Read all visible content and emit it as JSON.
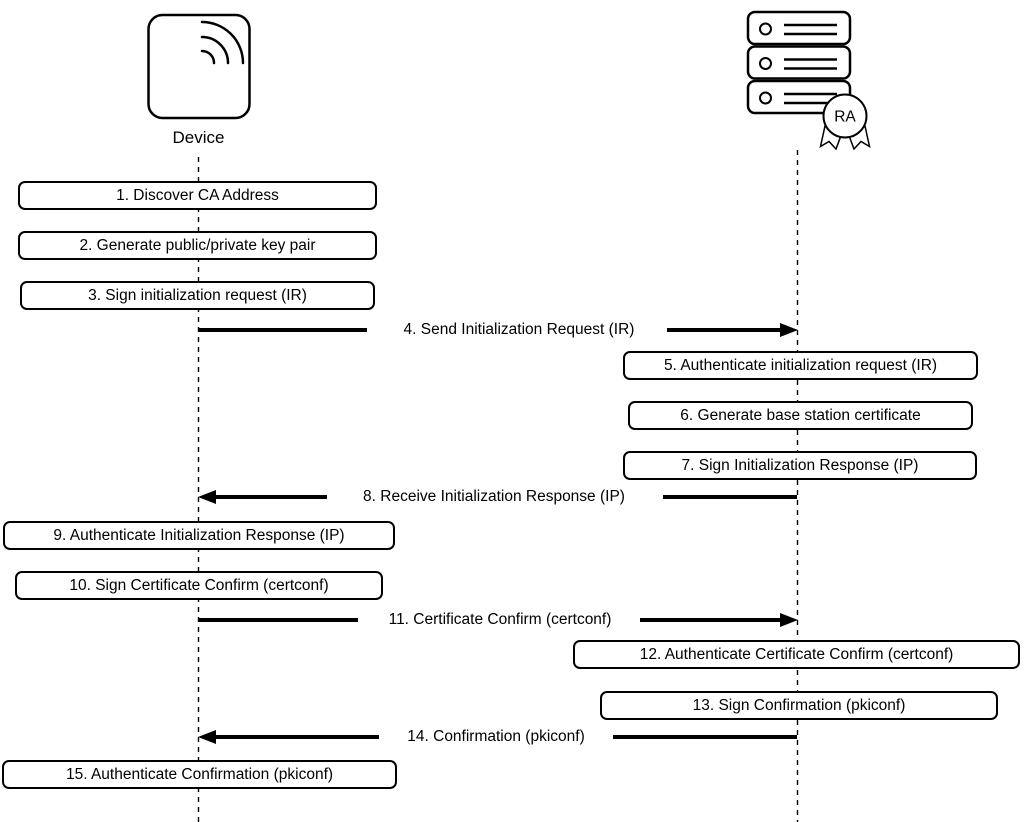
{
  "diagram_type": "sequence-diagram",
  "topic": "PKI certificate enrollment between device and registration authority",
  "actors": {
    "device": {
      "label": "Device",
      "icon": "wireless-device-icon"
    },
    "ra": {
      "label": "RA",
      "icon": "server-stack-icon",
      "badge_label": "RA"
    }
  },
  "steps": [
    {
      "num": 1,
      "kind": "process",
      "actor": "device",
      "label": "1. Discover CA Address"
    },
    {
      "num": 2,
      "kind": "process",
      "actor": "device",
      "label": "2. Generate public/private key pair"
    },
    {
      "num": 3,
      "kind": "process",
      "actor": "device",
      "label": "3. Sign initialization request (IR)"
    },
    {
      "num": 4,
      "kind": "message",
      "from": "device",
      "to": "ra",
      "label": "4. Send Initialization Request (IR)"
    },
    {
      "num": 5,
      "kind": "process",
      "actor": "ra",
      "label": "5. Authenticate initialization request (IR)"
    },
    {
      "num": 6,
      "kind": "process",
      "actor": "ra",
      "label": "6. Generate base station certificate"
    },
    {
      "num": 7,
      "kind": "process",
      "actor": "ra",
      "label": "7. Sign Initialization Response (IP)"
    },
    {
      "num": 8,
      "kind": "message",
      "from": "ra",
      "to": "device",
      "label": "8. Receive Initialization Response (IP)"
    },
    {
      "num": 9,
      "kind": "process",
      "actor": "device",
      "label": "9. Authenticate Initialization Response (IP)"
    },
    {
      "num": 10,
      "kind": "process",
      "actor": "device",
      "label": "10. Sign Certificate Confirm (certconf)"
    },
    {
      "num": 11,
      "kind": "message",
      "from": "device",
      "to": "ra",
      "label": "11. Certificate Confirm (certconf)"
    },
    {
      "num": 12,
      "kind": "process",
      "actor": "ra",
      "label": "12. Authenticate Certificate Confirm (certconf)"
    },
    {
      "num": 13,
      "kind": "process",
      "actor": "ra",
      "label": "13. Sign Confirmation (pkiconf)"
    },
    {
      "num": 14,
      "kind": "message",
      "from": "ra",
      "to": "device",
      "label": "14. Confirmation (pkiconf)"
    },
    {
      "num": 15,
      "kind": "process",
      "actor": "device",
      "label": "15. Authenticate Confirmation (pkiconf)"
    }
  ],
  "colors": {
    "line": "#000000",
    "box_fill": "#ffffff",
    "box_border": "#000000",
    "background": "#ffffff"
  }
}
